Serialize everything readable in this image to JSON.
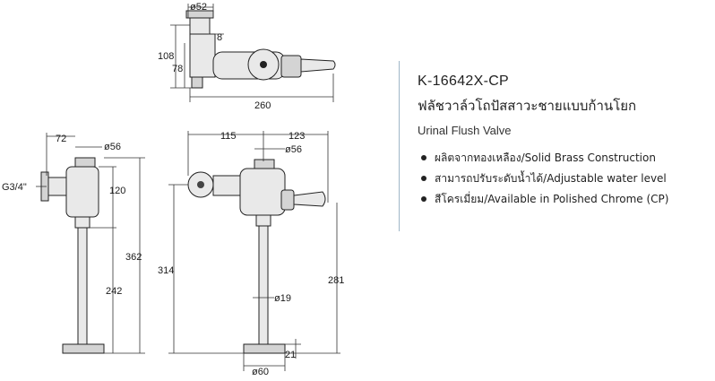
{
  "product": {
    "model": "K-16642X-CP",
    "name_th": "ฟลัชวาล์วโถปัสสาวะชายแบบก้านโยก",
    "name_en": "Urinal Flush Valve"
  },
  "features": [
    {
      "text": "ผลิตจากทองเหลือง/Solid Brass Construction"
    },
    {
      "text": "สามารถปรับระดับน้ำได้/Adjustable water level"
    },
    {
      "text": "สีโครเมี่ยม/Available in Polished Chrome (CP)"
    }
  ],
  "dimensions": {
    "top_view": {
      "d52": "ø52",
      "d8": "8",
      "d108": "108",
      "d78": "78",
      "d260": "260"
    },
    "side_view": {
      "d72": "72",
      "d56": "ø56",
      "thread": "G3/4\"",
      "d120": "120",
      "d362": "362",
      "d242": "242"
    },
    "front_view": {
      "d115": "115",
      "d123": "123",
      "d56": "ø56",
      "d314": "314",
      "d281": "281",
      "d19": "ø19",
      "d60": "ø60",
      "d21": "21"
    }
  },
  "colors": {
    "divider": "#9fb7c8",
    "line": "#333333",
    "part_fill": "#e9e9e9"
  }
}
